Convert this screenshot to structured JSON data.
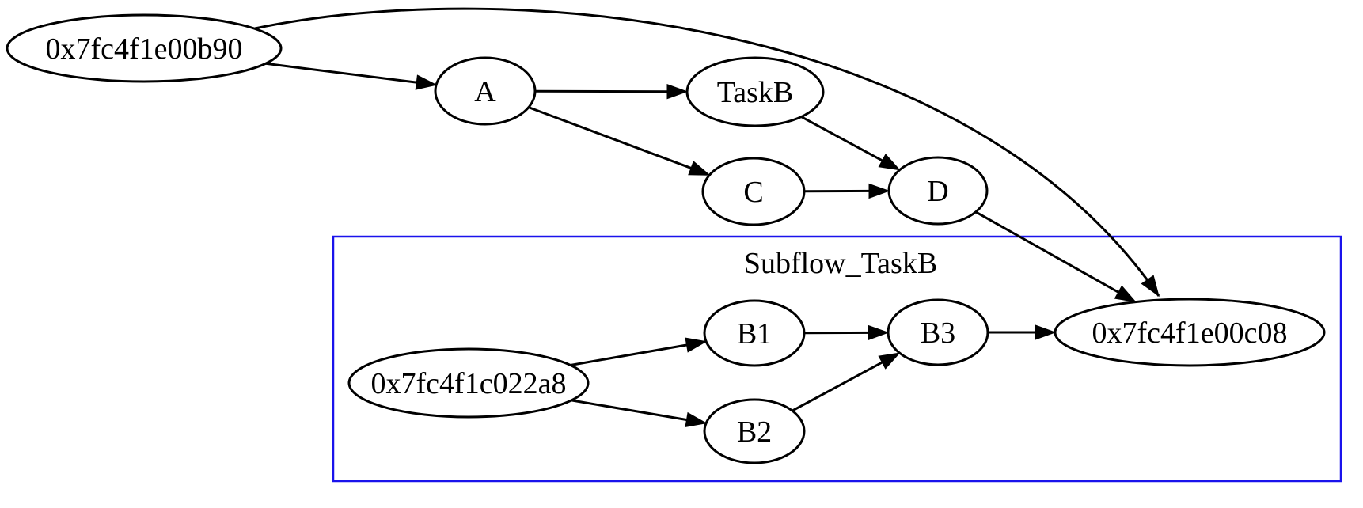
{
  "diagram": {
    "type": "directed-graph",
    "background_color": "#ffffff",
    "node_style": {
      "shape": "ellipse",
      "fill_color": "#ffffff",
      "stroke_color": "#000000",
      "text_color": "#000000"
    },
    "edge_color": "#000000",
    "cluster": {
      "label": "Subflow_TaskB",
      "border_color": "#1a13ec",
      "members": [
        "a28",
        "B1",
        "B2",
        "B3",
        "c08"
      ]
    },
    "nodes": [
      {
        "id": "b90",
        "label": "0x7fc4f1e00b90"
      },
      {
        "id": "A",
        "label": "A"
      },
      {
        "id": "TaskB",
        "label": "TaskB"
      },
      {
        "id": "C",
        "label": "C"
      },
      {
        "id": "D",
        "label": "D"
      },
      {
        "id": "a28",
        "label": "0x7fc4f1c022a8"
      },
      {
        "id": "B1",
        "label": "B1"
      },
      {
        "id": "B2",
        "label": "B2"
      },
      {
        "id": "B3",
        "label": "B3"
      },
      {
        "id": "c08",
        "label": "0x7fc4f1e00c08"
      }
    ],
    "edges": [
      {
        "from": "b90",
        "to": "A"
      },
      {
        "from": "b90",
        "to": "c08"
      },
      {
        "from": "A",
        "to": "TaskB"
      },
      {
        "from": "A",
        "to": "C"
      },
      {
        "from": "TaskB",
        "to": "D"
      },
      {
        "from": "C",
        "to": "D"
      },
      {
        "from": "D",
        "to": "c08"
      },
      {
        "from": "a28",
        "to": "B1"
      },
      {
        "from": "a28",
        "to": "B2"
      },
      {
        "from": "B1",
        "to": "B3"
      },
      {
        "from": "B2",
        "to": "B3"
      },
      {
        "from": "B3",
        "to": "c08"
      }
    ]
  }
}
